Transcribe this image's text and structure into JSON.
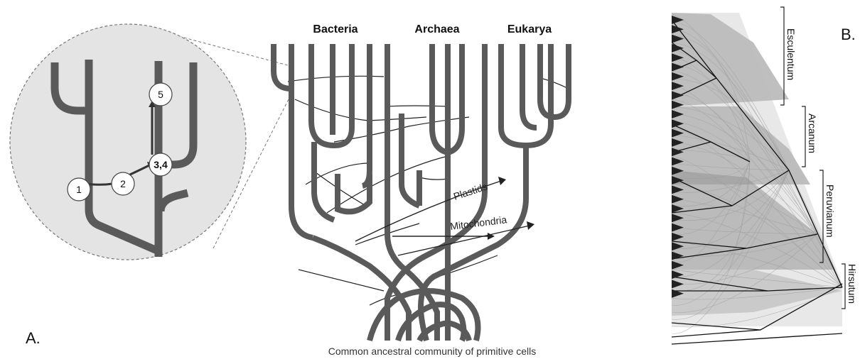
{
  "panel_a": {
    "label": "A.",
    "domains": [
      "Bacteria",
      "Archaea",
      "Eukarya"
    ],
    "caption": "Common ancestral community of primitive cells",
    "transfers": [
      "Plastids",
      "Mitochondria"
    ],
    "inset_nodes": [
      "1",
      "2",
      "3,4",
      "5"
    ]
  },
  "panel_b": {
    "label": "B.",
    "clades": [
      "Esculentum",
      "Arcanum",
      "Peruvianum",
      "Hirsutum"
    ]
  },
  "colors": {
    "branch": "#5a5a5a",
    "ink": "#111111",
    "inset_fill": "#e4e4e4",
    "cloud": "#8a8a8a"
  }
}
